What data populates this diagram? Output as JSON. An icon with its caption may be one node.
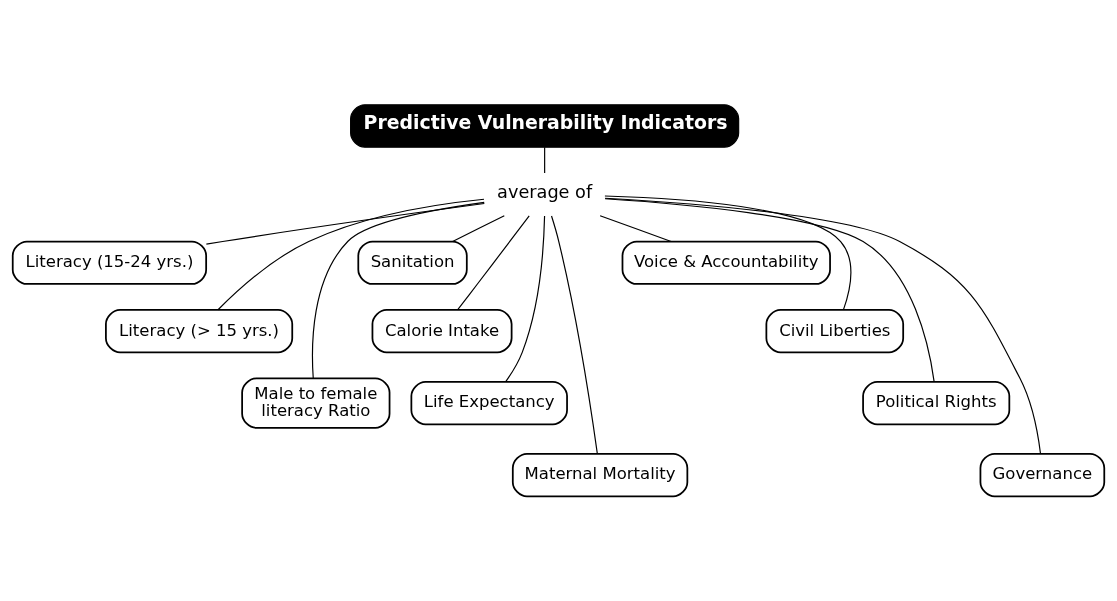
{
  "diagram": {
    "nodes": [
      {
        "text": [
          "Predictive Vulnerability Indicators"
        ]
      },
      {
        "text": [
          "average of"
        ]
      },
      {
        "text": [
          "Literacy (15-24 yrs.)"
        ]
      },
      {
        "text": [
          "Literacy (> 15 yrs.)"
        ]
      },
      {
        "text": [
          "Male to female literacy Ratio"
        ]
      },
      {
        "text": [
          "Sanitation"
        ]
      },
      {
        "text": [
          "Calorie Intake"
        ]
      },
      {
        "text": [
          "Life Expectancy"
        ]
      },
      {
        "text": [
          "Maternal Mortality"
        ]
      },
      {
        "text": [
          "Voice & Accountability"
        ]
      },
      {
        "text": [
          "Civil Liberties"
        ]
      },
      {
        "text": [
          "Political Rights"
        ]
      },
      {
        "text": [
          "Governance"
        ]
      }
    ],
    "edges": [
      {
        "from": 0,
        "to": 1,
        "arrow": "none"
      },
      {
        "from": 1,
        "to": 2,
        "arrow": "none"
      },
      {
        "from": 1,
        "to": 3,
        "arrow": "none"
      },
      {
        "from": 1,
        "to": 4,
        "arrow": "none"
      },
      {
        "from": 1,
        "to": 5,
        "arrow": "none"
      },
      {
        "from": 1,
        "to": 6,
        "arrow": "none"
      },
      {
        "from": 1,
        "to": 7,
        "arrow": "none"
      },
      {
        "from": 1,
        "to": 8,
        "arrow": "none"
      },
      {
        "from": 1,
        "to": 9,
        "arrow": "none"
      },
      {
        "from": 1,
        "to": 10,
        "arrow": "none"
      },
      {
        "from": 1,
        "to": 11,
        "arrow": "none"
      },
      {
        "from": 1,
        "to": 12,
        "arrow": "none"
      }
    ]
  }
}
